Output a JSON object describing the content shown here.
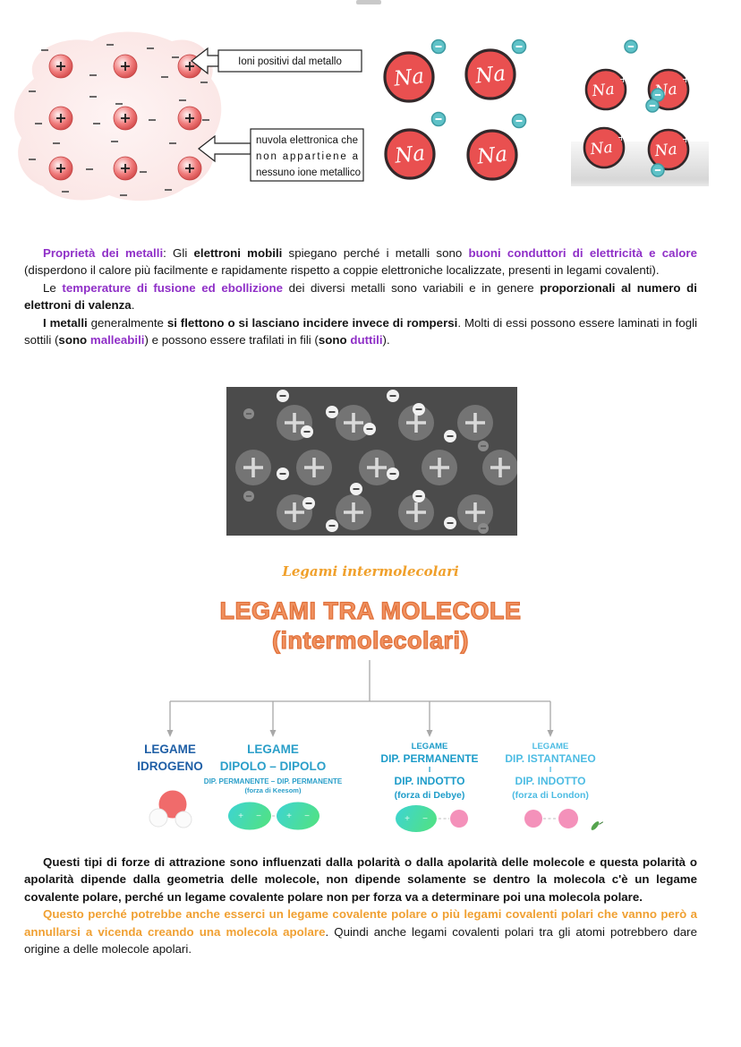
{
  "page": {
    "background": "#ffffff",
    "language": "it"
  },
  "colors": {
    "purple_highlight": "#8F2FC7",
    "orange_highlight": "#F0A032",
    "title_orange": "#E0703A",
    "subtitle_gold": "#F0A02B",
    "tree_blue_dark": "#1F5FA6",
    "tree_blue_mid": "#2B9FC9",
    "tree_blue_light": "#4DBCE3",
    "metal_ion_red": "#E95050",
    "electron_teal": "#5FC2C8",
    "electron_cloud_pink": "#FBE7E6",
    "electron_sea_bg": "#4B4B4B",
    "dipole_pink": "#F491BA"
  },
  "figures": {
    "metallic_lattice": {
      "ion_symbol": "+",
      "electron_symbol": "−",
      "label_positive_ions": "Ioni positivi dal metallo",
      "label_electron_cloud_lines": [
        "nuvola elettronica che",
        "non appartiene a",
        "nessuno ione metallico"
      ]
    },
    "na_atoms": {
      "atom_label": "Na",
      "electron_symbol": "−"
    },
    "na_ions": {
      "ion_label": "Na",
      "ion_charge": "+",
      "electron_symbol": "−"
    },
    "electron_sea": {
      "plus_symbol": "+",
      "minus_symbol": "−"
    }
  },
  "paragraphs": {
    "A": {
      "segments": [
        {
          "style": "purple",
          "text": "Proprietà dei metalli"
        },
        {
          "style": "plain",
          "text": ": Gli "
        },
        {
          "style": "bold",
          "text": "elettroni mobili"
        },
        {
          "style": "plain",
          "text": " spiegano perché i metalli sono "
        },
        {
          "style": "purple",
          "text": "buoni conduttori di elettricità e calore"
        },
        {
          "style": "plain",
          "text": " (disperdono il calore più facilmente e rapidamente rispetto a coppie elettroniche localizzate, presenti in legami covalenti)."
        }
      ]
    },
    "B": {
      "segments": [
        {
          "style": "plain",
          "text": "Le "
        },
        {
          "style": "purple",
          "text": "temperature di fusione ed ebollizione"
        },
        {
          "style": "plain",
          "text": " dei diversi metalli sono variabili e in genere "
        },
        {
          "style": "bold",
          "text": "proporzionali al numero di elettroni di valenza"
        },
        {
          "style": "plain",
          "text": "."
        }
      ]
    },
    "C": {
      "segments": [
        {
          "style": "bold",
          "text": "I metalli"
        },
        {
          "style": "plain",
          "text": " generalmente "
        },
        {
          "style": "bold",
          "text": "si flettono o si lasciano incidere invece di rompersi"
        },
        {
          "style": "plain",
          "text": ". Molti di essi possono essere laminati in fogli sottili ("
        },
        {
          "style": "bold",
          "text": "sono "
        },
        {
          "style": "purple",
          "text": "malleabili"
        },
        {
          "style": "plain",
          "text": ") e possono essere trafilati in fili ("
        },
        {
          "style": "bold",
          "text": "sono "
        },
        {
          "style": "purple",
          "text": "duttili"
        },
        {
          "style": "plain",
          "text": ")."
        }
      ]
    },
    "D": {
      "segments": [
        {
          "style": "bold",
          "text": "Questi tipi di forze di attrazione sono influenzati dalla polarità o dalla apolarità delle molecole e questa polarità o apolarità dipende dalla geometria delle molecole, non dipende solamente se dentro la molecola c'è un legame covalente polare, perché un legame covalente polare non per forza va a determinare poi una molecola polare."
        }
      ]
    },
    "E": {
      "segments": [
        {
          "style": "orange",
          "text": "Questo perché potrebbe anche esserci un legame covalente polare o più legami covalenti polari che vanno però a annullarsi a vicenda creando una molecola apolare"
        },
        {
          "style": "plain",
          "text": ". Quindi anche legami covalenti polari tra gli atomi potrebbero dare origine a delle molecole apolari."
        }
      ]
    }
  },
  "headings": {
    "subtitle": "Legami intermolecolari",
    "title_line1": "LEGAMI TRA MOLECOLE",
    "title_line2": "(intermolecolari)"
  },
  "tree": {
    "columns": [
      {
        "line1": "LEGAME",
        "line2": "IDROGENO"
      },
      {
        "line1": "LEGAME",
        "line2": "DIPOLO – DIPOLO",
        "sub": "DIP. PERMANENTE – DIP. PERMANENTE",
        "force": "(forza di Keesom)"
      },
      {
        "top": "LEGAME",
        "main1": "DIP. PERMANENTE",
        "sep": "I",
        "main2": "DIP. INDOTTO",
        "force": "(forza di Debye)"
      },
      {
        "top": "LEGAME",
        "main1": "DIP. ISTANTANEO",
        "sep": "I",
        "main2": "DIP. INDOTTO",
        "force": "(forza di London)"
      }
    ]
  }
}
